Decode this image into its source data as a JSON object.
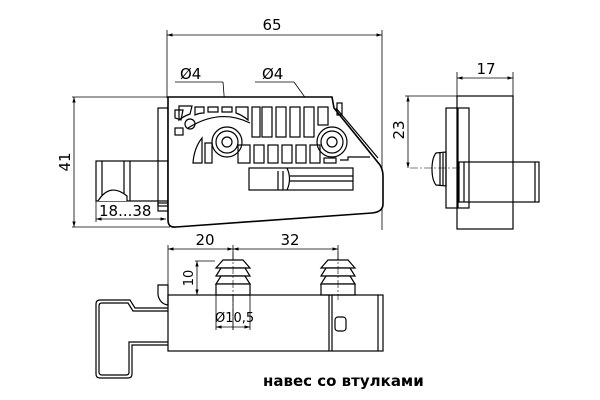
{
  "drawing": {
    "caption": "навес со втулками",
    "front_view": {
      "dim_width": "65",
      "dim_height": "41",
      "dim_hole_left": "Ø4",
      "dim_hole_right": "Ø4",
      "dim_adjust": "18...38"
    },
    "side_view": {
      "dim_width": "17",
      "dim_height": "23"
    },
    "bottom_view": {
      "dim_offset": "20",
      "dim_spacing": "32",
      "dim_dowel_length": "10",
      "dim_dowel_diameter": "Ø10,5"
    }
  }
}
